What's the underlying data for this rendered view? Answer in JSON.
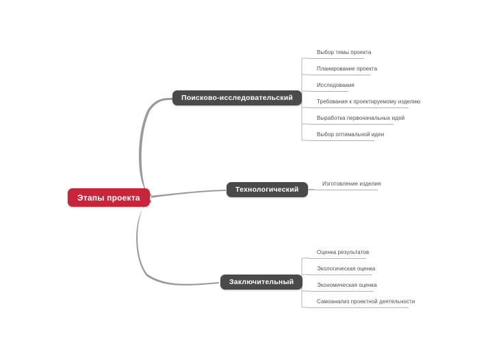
{
  "diagram": {
    "type": "mind-map",
    "title": "Этапы проекта",
    "colors": {
      "root_fill": "#c8253a",
      "branch_fill": "#4a4a4a",
      "node_text": "#ffffff",
      "leaf_text": "#4c4c4c",
      "connector": "#9a9a9a",
      "underline": "#b0b0b0",
      "background": "#ffffff"
    },
    "root": {
      "label": "Этапы проекта"
    },
    "branches": [
      {
        "label": "Поисково-исследовательский",
        "leaves": [
          {
            "label": "Выбор темы проекта"
          },
          {
            "label": "Планирование проекта"
          },
          {
            "label": "Исследования"
          },
          {
            "label": "Требования к проектируемому изделию"
          },
          {
            "label": "Выработка первоначальных идей"
          },
          {
            "label": "Выбор оптимальной идеи"
          }
        ]
      },
      {
        "label": "Технологический",
        "leaves": [
          {
            "label": "Изготовление изделия"
          }
        ]
      },
      {
        "label": "Заключительный",
        "leaves": [
          {
            "label": "Оценка результатов"
          },
          {
            "label": "Экологическая оценка"
          },
          {
            "label": "Экономическая оценка"
          },
          {
            "label": "Самоанализ проектной деятельности"
          }
        ]
      }
    ]
  }
}
